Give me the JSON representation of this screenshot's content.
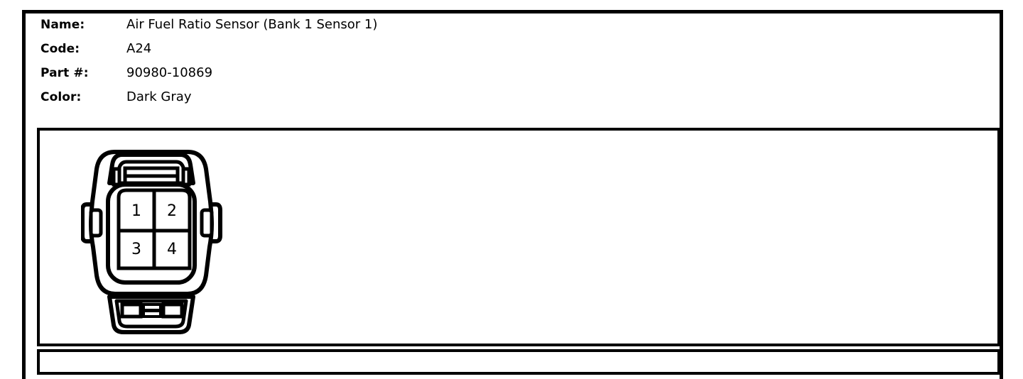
{
  "part_info": {
    "rows": [
      {
        "label": "Name:",
        "value": "Air Fuel Ratio Sensor (Bank 1 Sensor 1)"
      },
      {
        "label": "Code:",
        "value": "A24"
      },
      {
        "label": "Part #:",
        "value": "90980-10869"
      },
      {
        "label": "Color:",
        "value": "Dark Gray"
      }
    ]
  },
  "diagram": {
    "icon_name": "connector-face-view-icon",
    "connector_type": "4-pin rectangular automotive connector",
    "terminal_count": 4,
    "pins": [
      {
        "number": "1",
        "row": 0,
        "col": 0
      },
      {
        "number": "2",
        "row": 0,
        "col": 1
      },
      {
        "number": "3",
        "row": 1,
        "col": 0
      },
      {
        "number": "4",
        "row": 1,
        "col": 1
      }
    ],
    "stroke_color": "#000000",
    "fill_color": "#ffffff"
  },
  "notes": {
    "text": ""
  }
}
